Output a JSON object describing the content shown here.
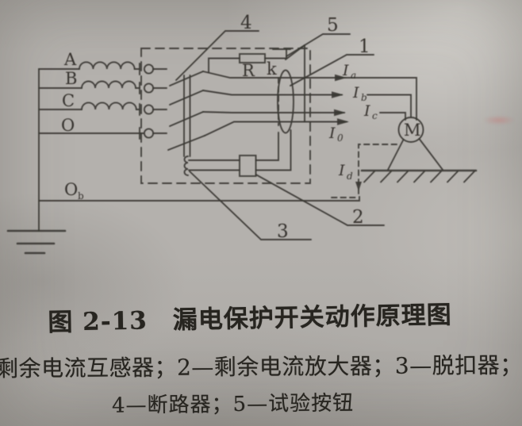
{
  "figure": {
    "caption": "图 2-13　漏电保护开关动作原理图",
    "legend_line1": "剩余电流互感器；2—剩余电流放大器；3—脱扣器；",
    "legend_line2": "4—断路器；5—试验按钮"
  },
  "diagram": {
    "phase_labels": {
      "a": "A",
      "b": "B",
      "c": "C",
      "o": "O"
    },
    "neutral_ground_label": {
      "base": "O",
      "sub": "b"
    },
    "test_resistor_label": "R",
    "test_button_label": "k",
    "motor_label": "M",
    "current_labels": {
      "ia": {
        "base": "I",
        "sub": "a"
      },
      "ib": {
        "base": "I",
        "sub": "b"
      },
      "ic": {
        "base": "I",
        "sub": "c"
      },
      "i0": {
        "base": "I",
        "sub": "0"
      },
      "id": {
        "base": "I",
        "sub": "d"
      }
    },
    "callouts": {
      "c1": "1",
      "c2": "2",
      "c3": "3",
      "c4": "4",
      "c5": "5"
    }
  },
  "colors": {
    "paper": "#b4b1ad",
    "ink": "#3a3833",
    "text": "#272520"
  }
}
